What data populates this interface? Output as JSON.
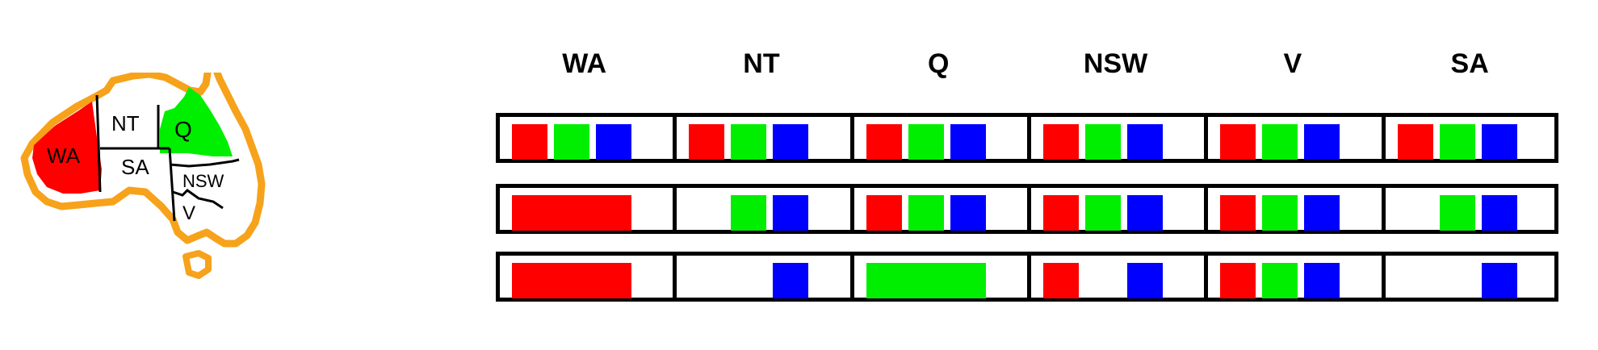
{
  "map": {
    "regions": [
      {
        "id": "WA",
        "label": "WA",
        "fill": "#ff0000"
      },
      {
        "id": "NT",
        "label": "NT",
        "fill": "#ffffff"
      },
      {
        "id": "Q",
        "label": "Q",
        "fill": "#00ee00"
      },
      {
        "id": "SA",
        "label": "SA",
        "fill": "#ffffff"
      },
      {
        "id": "NSW",
        "label": "NSW",
        "fill": "#ffffff"
      },
      {
        "id": "V",
        "label": "V",
        "fill": "#ffffff"
      }
    ],
    "outline_color": "#f7a21b"
  },
  "colors": {
    "red": "#ff0000",
    "green": "#00ee00",
    "blue": "#0000ff"
  },
  "columns": [
    "WA",
    "NT",
    "Q",
    "NSW",
    "V",
    "SA"
  ],
  "rows": [
    {
      "cells": [
        {
          "swatches": [
            "red",
            "green",
            "blue"
          ]
        },
        {
          "swatches": [
            "red",
            "green",
            "blue"
          ]
        },
        {
          "swatches": [
            "red",
            "green",
            "blue"
          ]
        },
        {
          "swatches": [
            "red",
            "green",
            "blue"
          ]
        },
        {
          "swatches": [
            "red",
            "green",
            "blue"
          ]
        },
        {
          "swatches": [
            "red",
            "green",
            "blue"
          ]
        }
      ]
    },
    {
      "cells": [
        {
          "assigned": "red"
        },
        {
          "swatches": [
            null,
            "green",
            "blue"
          ]
        },
        {
          "swatches": [
            "red",
            "green",
            "blue"
          ]
        },
        {
          "swatches": [
            "red",
            "green",
            "blue"
          ]
        },
        {
          "swatches": [
            "red",
            "green",
            "blue"
          ]
        },
        {
          "swatches": [
            null,
            "green",
            "blue"
          ]
        }
      ]
    },
    {
      "cells": [
        {
          "assigned": "red"
        },
        {
          "swatches": [
            null,
            null,
            "blue"
          ]
        },
        {
          "assigned": "green"
        },
        {
          "swatches": [
            "red",
            null,
            "blue"
          ]
        },
        {
          "swatches": [
            "red",
            "green",
            "blue"
          ]
        },
        {
          "swatches": [
            null,
            null,
            "blue"
          ]
        }
      ]
    }
  ]
}
